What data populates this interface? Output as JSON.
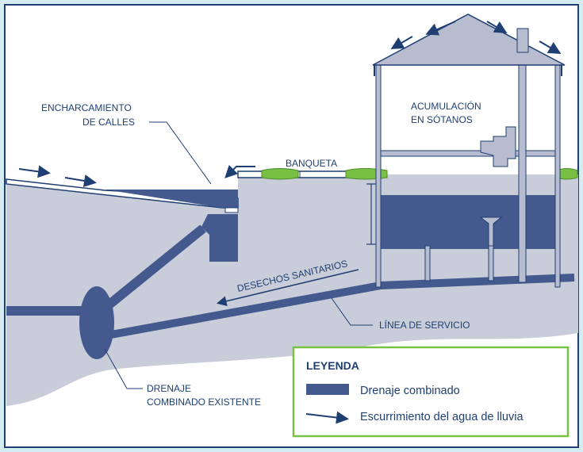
{
  "labels": {
    "street_flooding_1": "ENCHARCAMIENTO",
    "street_flooding_2": "DE CALLES",
    "sidewalk": "BANQUETA",
    "basement_1": "ACUMULACIÓN",
    "basement_2": "EN SÓTANOS",
    "sanitary_waste": "DESECHOS SANITARIOS",
    "service_line": "LÍNEA DE SERVICIO",
    "drain_1": "DRENAJE",
    "drain_2": "COMBINADO EXISTENTE"
  },
  "legend": {
    "title": "LEYENDA",
    "combined_sewer": "Drenaje combinado",
    "rainwater_runoff": "Escurrimiento del agua de lluvia"
  },
  "colors": {
    "background": "#d6ecf3",
    "ground": "#c8cdd9",
    "pipe": "#44598e",
    "house": "#b7bdcf",
    "outline": "#1f3f73",
    "grass": "#78c043",
    "legend_border": "#7ac143"
  }
}
